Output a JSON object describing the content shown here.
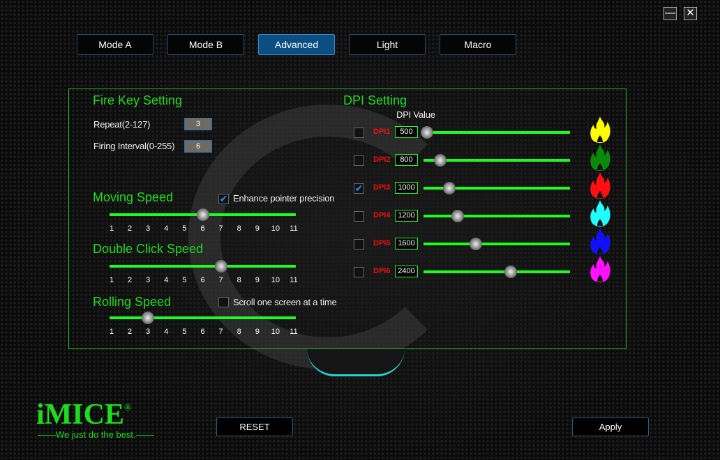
{
  "window": {
    "minimize": "—",
    "close": "✕"
  },
  "tabs": [
    {
      "label": "Mode A"
    },
    {
      "label": "Mode B"
    },
    {
      "label": "Advanced",
      "active": true
    },
    {
      "label": "Light"
    },
    {
      "label": "Macro"
    }
  ],
  "fire_key": {
    "title": "Fire Key Setting",
    "repeat_label": "Repeat(2-127)",
    "repeat_value": "3",
    "interval_label": "Firing Interval(0-255)",
    "interval_value": "6"
  },
  "ticks": [
    "1",
    "2",
    "3",
    "4",
    "5",
    "6",
    "7",
    "8",
    "9",
    "10",
    "11"
  ],
  "moving_speed": {
    "title": "Moving Speed",
    "value": 6,
    "checkbox_label": "Enhance pointer precision",
    "checked": true
  },
  "double_click": {
    "title": "Double Click Speed",
    "value": 7
  },
  "rolling_speed": {
    "title": "Rolling Speed",
    "value": 3,
    "checkbox_label": "Scroll one screen at a time",
    "checked": false
  },
  "dpi": {
    "title": "DPI Setting",
    "value_header": "DPI Value",
    "rows": [
      {
        "label": "DPI1",
        "value": "500",
        "checked": false,
        "color": "#ffff00"
      },
      {
        "label": "DPI2",
        "value": "800",
        "checked": false,
        "color": "#0a8a0a"
      },
      {
        "label": "DPI3",
        "value": "1000",
        "checked": true,
        "color": "#ff1010"
      },
      {
        "label": "DPI4",
        "value": "1200",
        "checked": false,
        "color": "#20ffff"
      },
      {
        "label": "DPI5",
        "value": "1600",
        "checked": false,
        "color": "#1010ff"
      },
      {
        "label": "DPI6",
        "value": "2400",
        "checked": false,
        "color": "#ff10ff"
      }
    ]
  },
  "logo": {
    "name": "iMICE",
    "registered": "®",
    "tagline": "We just do the best."
  },
  "buttons": {
    "reset": "RESET",
    "apply": "Apply"
  }
}
